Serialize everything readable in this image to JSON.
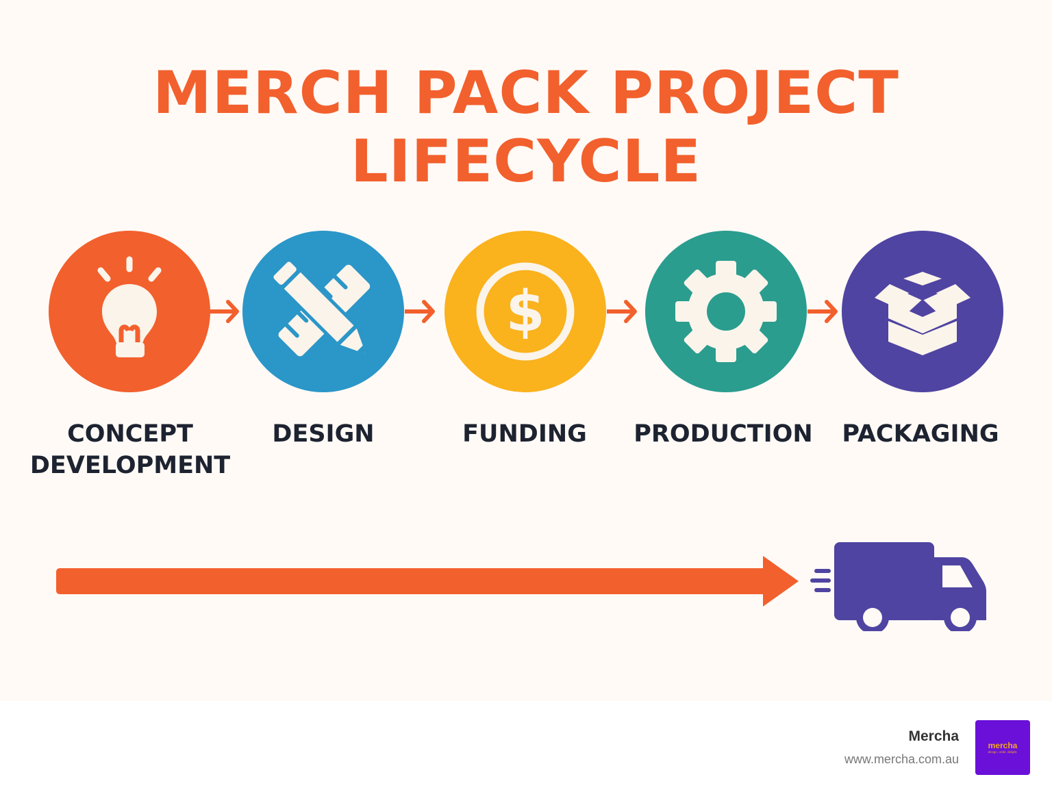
{
  "title": {
    "line1": "MERCH PACK PROJECT",
    "line2": "LIFECYCLE"
  },
  "colors": {
    "title": "#f2602d",
    "label": "#1d2330",
    "arrow": "#f2602d",
    "icon": "#fbf4ea",
    "truck": "#4f44a1",
    "footer_brand": "#333333",
    "footer_url": "#777777",
    "logo_bg": "#6a10d8",
    "logo_text": "#f5a623"
  },
  "stages": [
    {
      "label_line1": "CONCEPT",
      "label_line2": "DEVELOPMENT",
      "icon": "lightbulb-icon",
      "color": "#f2602d"
    },
    {
      "label_line1": "DESIGN",
      "label_line2": "",
      "icon": "pencil-ruler-icon",
      "color": "#2b96c8"
    },
    {
      "label_line1": "FUNDING",
      "label_line2": "",
      "icon": "dollar-coin-icon",
      "color": "#fab21d"
    },
    {
      "label_line1": "PRODUCTION",
      "label_line2": "",
      "icon": "gear-icon",
      "color": "#2a9d8f"
    },
    {
      "label_line1": "PACKAGING",
      "label_line2": "",
      "icon": "open-box-icon",
      "color": "#4f44a1"
    }
  ],
  "bottom": {
    "arrow_icon": "long-arrow-icon",
    "truck_icon": "delivery-truck-icon"
  },
  "footer": {
    "brand": "Mercha",
    "url": "www.mercha.com.au",
    "logo_word": "mercha",
    "logo_tagline": "design. order. delight."
  }
}
